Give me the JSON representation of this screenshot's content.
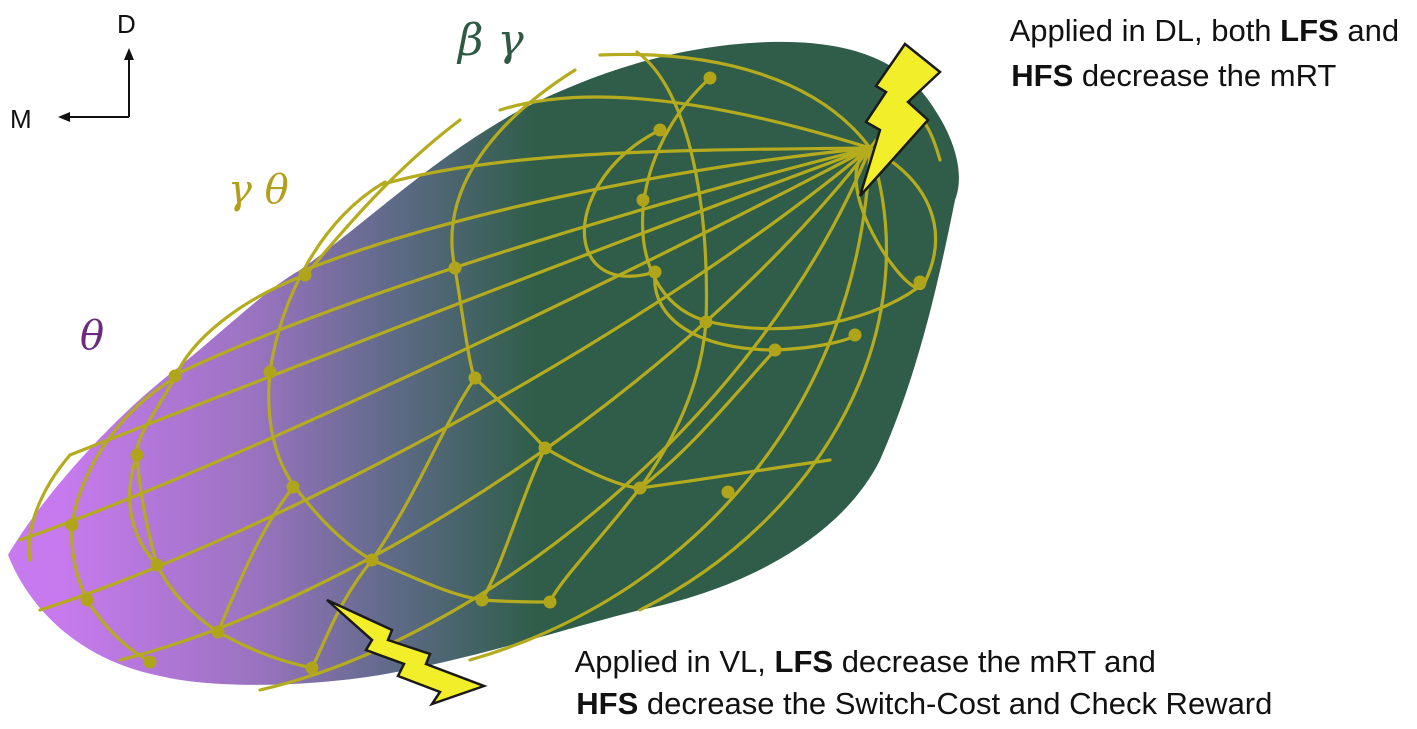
{
  "colors": {
    "background": "#ffffff",
    "surface_dark": "#2f5d49",
    "surface_mid": "#5d6a87",
    "surface_light": "#c77aee",
    "grid": "#b5ab1e",
    "grid_dot": "#b0a51a",
    "bolt_fill": "#f3ee2a",
    "bolt_stroke": "#1a1a1a",
    "text": "#111111",
    "label_beta_gamma": "#2e5a43",
    "label_gamma_theta": "#b39f1a",
    "label_theta": "#6d2a7c"
  },
  "compass": {
    "dorsal": "D",
    "medial": "M"
  },
  "band_labels": {
    "beta_gamma": "β γ",
    "gamma_theta": "γ θ",
    "theta": "θ"
  },
  "annotation_dl": {
    "line1_prefix": "Applied in DL, both ",
    "line1_bold": "LFS",
    "line1_suffix": " and",
    "line2_bold": "HFS",
    "line2_suffix": " decrease the mRT"
  },
  "annotation_vl": {
    "line1_prefix": "Applied in VL, ",
    "line1_bold": "LFS",
    "line1_suffix": " decrease the mRT and",
    "line2_bold": "HFS",
    "line2_suffix": " decrease the Switch-Cost and Check Reward"
  },
  "icons": {
    "stimulation_dl": "lightning-bolt-icon",
    "stimulation_vl": "lightning-bolt-icon",
    "dorsal_arrow": "arrow-up-icon",
    "medial_arrow": "arrow-left-icon"
  }
}
